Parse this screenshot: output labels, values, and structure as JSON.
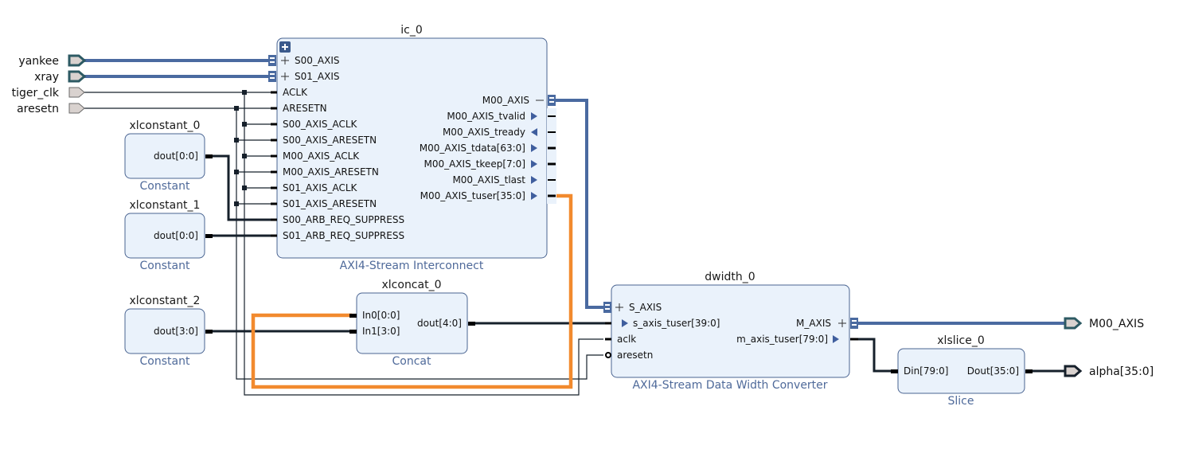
{
  "diagram": {
    "title": "Block Design",
    "colors": {
      "block_fill": "#eaf2fb",
      "block_border": "#4a6491",
      "axis_net": "#4a6aa0",
      "highlight_net": "#f28a2e",
      "net": "#16202b",
      "port_fill": "#d9d2cf"
    },
    "external_inputs": [
      {
        "name": "yankee",
        "kind": "interface"
      },
      {
        "name": "xray",
        "kind": "interface"
      },
      {
        "name": "tiger_clk",
        "kind": "clock"
      },
      {
        "name": "aresetn",
        "kind": "reset"
      }
    ],
    "external_outputs": [
      {
        "name": "M00_AXIS",
        "kind": "interface"
      },
      {
        "name": "alpha[35:0]",
        "kind": "bus"
      }
    ],
    "blocks": {
      "ic_0": {
        "instance": "ic_0",
        "type": "AXI4-Stream Interconnect",
        "expand_icon": "plus-icon",
        "inputs": [
          "S00_AXIS",
          "S01_AXIS",
          "ACLK",
          "ARESETN",
          "S00_AXIS_ACLK",
          "S00_AXIS_ARESETN",
          "M00_AXIS_ACLK",
          "M00_AXIS_ARESETN",
          "S01_AXIS_ACLK",
          "S01_AXIS_ARESETN",
          "S00_ARB_REQ_SUPPRESS",
          "S01_ARB_REQ_SUPPRESS"
        ],
        "outputs": [
          "M00_AXIS",
          "M00_AXIS_tvalid",
          "M00_AXIS_tready",
          "M00_AXIS_tdata[63:0]",
          "M00_AXIS_tkeep[7:0]",
          "M00_AXIS_tlast",
          "M00_AXIS_tuser[35:0]"
        ]
      },
      "xlconstant_0": {
        "instance": "xlconstant_0",
        "type": "Constant",
        "outputs": [
          "dout[0:0]"
        ]
      },
      "xlconstant_1": {
        "instance": "xlconstant_1",
        "type": "Constant",
        "outputs": [
          "dout[0:0]"
        ]
      },
      "xlconstant_2": {
        "instance": "xlconstant_2",
        "type": "Constant",
        "outputs": [
          "dout[3:0]"
        ]
      },
      "xlconcat_0": {
        "instance": "xlconcat_0",
        "type": "Concat",
        "inputs": [
          "In0[0:0]",
          "In1[3:0]"
        ],
        "outputs": [
          "dout[4:0]"
        ]
      },
      "dwidth_0": {
        "instance": "dwidth_0",
        "type": "AXI4-Stream Data Width Converter",
        "inputs": [
          "S_AXIS",
          "s_axis_tuser[39:0]",
          "aclk",
          "aresetn"
        ],
        "outputs": [
          "M_AXIS",
          "m_axis_tuser[79:0]"
        ]
      },
      "xlslice_0": {
        "instance": "xlslice_0",
        "type": "Slice",
        "inputs": [
          "Din[79:0]"
        ],
        "outputs": [
          "Dout[35:0]"
        ]
      }
    }
  }
}
